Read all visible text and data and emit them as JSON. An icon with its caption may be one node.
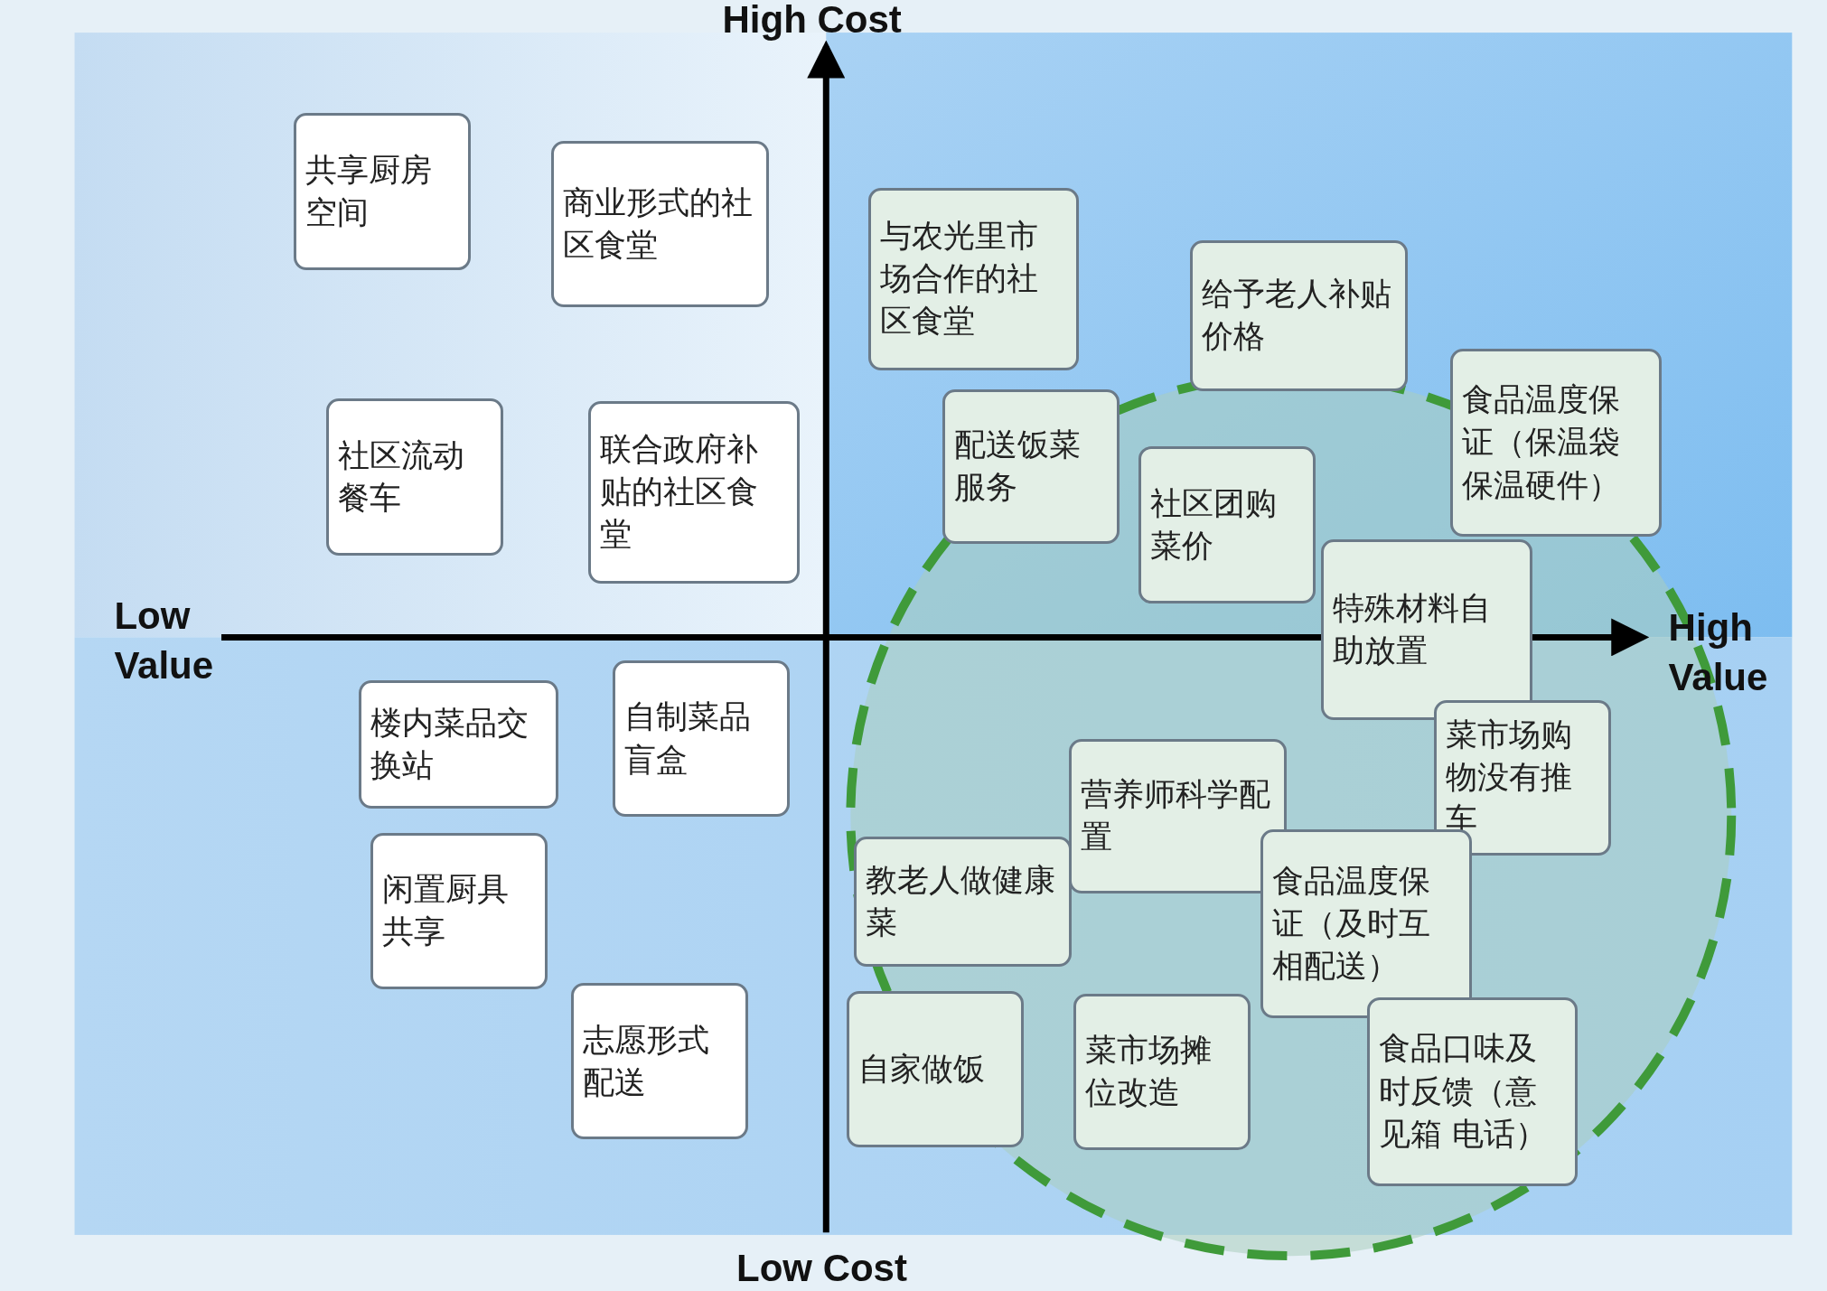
{
  "diagram": {
    "nodes": [
      {
        "text": [
          "共享厨房空间"
        ]
      },
      {
        "text": [
          "商业形式的社区食堂"
        ]
      },
      {
        "text": [
          "与农光里市场合作的社区食堂"
        ]
      },
      {
        "text": [
          "给予老人补贴价格"
        ]
      },
      {
        "text": [
          "食品温度保证（保温袋保温硬件）"
        ]
      },
      {
        "text": [
          "配送饭菜服务"
        ]
      },
      {
        "text": [
          "社区流动餐车"
        ]
      },
      {
        "text": [
          "联合政府补贴的社区食堂"
        ]
      },
      {
        "text": [
          "社区团购菜价"
        ]
      },
      {
        "text": [
          "特殊材料自助放置"
        ]
      },
      {
        "text": [
          "楼内菜品交换站"
        ]
      },
      {
        "text": [
          "自制菜品盲盒"
        ]
      },
      {
        "text": [
          "菜市场购物没有推车"
        ]
      },
      {
        "text": [
          "营养师科学配置"
        ]
      },
      {
        "text": [
          "闲置厨具共享"
        ]
      },
      {
        "text": [
          "教老人做健康菜"
        ]
      },
      {
        "text": [
          "食品温度保证（及时互相配送）"
        ]
      },
      {
        "text": [
          "志愿形式配送"
        ]
      },
      {
        "text": [
          "自家做饭"
        ]
      },
      {
        "text": [
          "菜市场摊位改造"
        ]
      },
      {
        "text": [
          "食品口味及时反馈（意见箱 电话）"
        ]
      }
    ],
    "edges": [],
    "labels": [
      "High Cost",
      "Low Value",
      "High Value",
      "Low Cost"
    ]
  }
}
